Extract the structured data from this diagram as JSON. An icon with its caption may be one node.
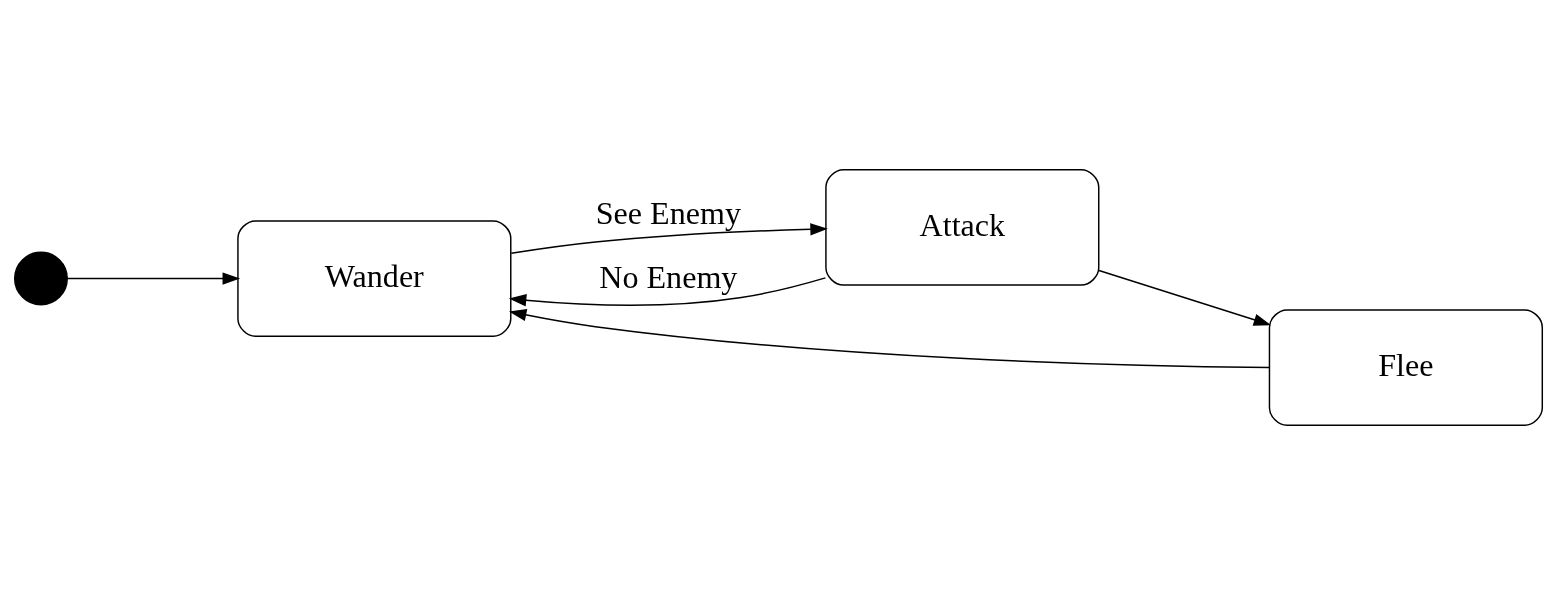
{
  "diagram": {
    "nodes": [
      {
        "text": [],
        "shape": "circle"
      },
      {
        "text": [
          "Wander"
        ]
      },
      {
        "text": [
          "Attack"
        ]
      },
      {
        "text": [
          "Flee"
        ]
      }
    ],
    "edges": [
      {
        "from": 0,
        "to": 1,
        "arrow": "to"
      },
      {
        "from": 1,
        "to": 2,
        "arrow": "to",
        "label": "See Enemy"
      },
      {
        "from": 2,
        "to": 1,
        "arrow": "to",
        "label": "No Enemy"
      },
      {
        "from": 2,
        "to": 3,
        "arrow": "to"
      },
      {
        "from": 3,
        "to": 1,
        "arrow": "to"
      }
    ]
  }
}
